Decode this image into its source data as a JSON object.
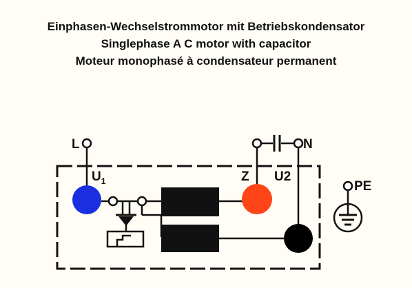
{
  "titles": {
    "de": "Einphasen-Wechselstrommotor mit Betriebskondensator",
    "en": "Singlephase A C motor with capacitor",
    "fr": "Moteur monophasé à condensateur permanent"
  },
  "terminals": {
    "L": "L",
    "N": "N",
    "PE": "PE",
    "U_main": "U",
    "U_sub": "1",
    "Z": "Z",
    "U2": "U2"
  },
  "colors": {
    "terminal_U1": "#1a2fe0",
    "terminal_Z": "#ff4418",
    "terminal_U2": "#000000",
    "winding": "#111111",
    "background": "#fffdf6"
  },
  "icons": {
    "capacitor": "capacitor-symbol",
    "earth": "protective-earth-symbol",
    "switch": "centrifugal-switch-symbol"
  }
}
